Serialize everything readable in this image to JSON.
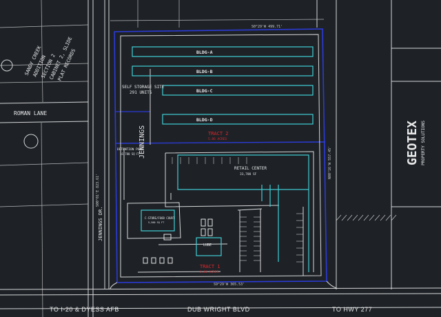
{
  "palette": {
    "background": "#1e2227",
    "linework": "#d8d8d8",
    "building": "#3fd0d6",
    "boundary": "#2b3bd8",
    "tract_text": "#e0262b"
  },
  "labels": {
    "bldg_a": "BLDG-A",
    "bldg_b": "BLDG-B",
    "bldg_c": "BLDG-C",
    "bldg_d": "BLDG-D",
    "self_storage": "SELF STORAGE SITE",
    "storage_units": "291 UNITS",
    "tract_2": "TRACT 2",
    "tract_2_sub": "5.86 ACRES",
    "tract_1": "TRACT 1",
    "tract_1_sub": "5.86 ACRES",
    "retail_center": "RETAIL CENTER",
    "retail_area": "33,700 SF",
    "cstore": "C-STORE/FOOD COURT",
    "cstore_area": "5,500 SQ FT",
    "detention": "DETENTION POND",
    "detention_area": "16,780 SQ FT",
    "lube": "LUBE",
    "roman_lane": "ROMAN LANE",
    "jennings_dr": "JENNINGS DR.",
    "jennings": "JENNINGS",
    "sandy_creek": [
      "SANDY CREEK",
      "ADDITION",
      "SECTION 2",
      "CABINET 2, SLIDE",
      "PLAT RECORDS"
    ],
    "geotex": "GEOTEX",
    "geotex_sub": "PROPERTY SOLUTIONS"
  },
  "bottom": {
    "left": "TO I-20 & DYESS AFB",
    "center": "DUB WRIGHT BLVD",
    "right": "TO HWY 277"
  }
}
